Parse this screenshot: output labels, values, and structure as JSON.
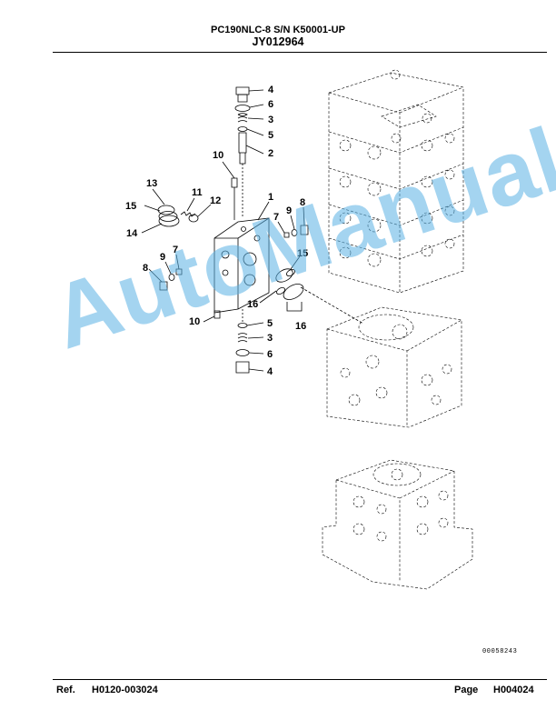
{
  "header": {
    "model": "PC190NLC-8 S/N K50001-UP",
    "code": "JY012964"
  },
  "callouts": {
    "c4a": "4",
    "c6a": "6",
    "c3a": "3",
    "c5a": "5",
    "c2": "2",
    "c10a": "10",
    "c13": "13",
    "c11": "11",
    "c15a": "15",
    "c12": "12",
    "c1": "1",
    "c14": "14",
    "c7a": "7",
    "c9a": "9",
    "c8a": "8",
    "c7b": "7",
    "c9b": "9",
    "c8b": "8",
    "c15b": "15",
    "c16a": "16",
    "c16b": "16",
    "c10b": "10",
    "c5b": "5",
    "c3b": "3",
    "c6b": "6",
    "c4b": "4"
  },
  "watermark": "AutoManual",
  "drawing_number": "00058243",
  "footer": {
    "ref_label": "Ref.",
    "ref_value": "H0120-003024",
    "page_label": "Page",
    "page_value": "H004024"
  }
}
